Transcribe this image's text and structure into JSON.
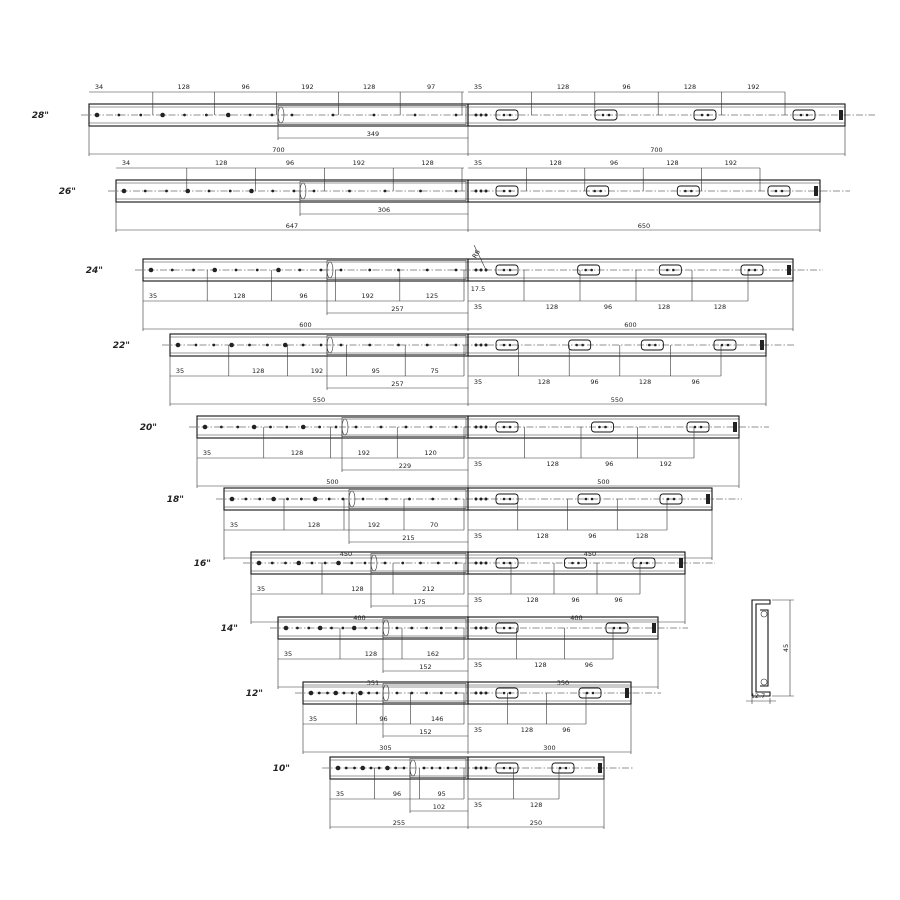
{
  "rails": [
    {
      "label": "28\"",
      "total_left": "700",
      "total_right": "700",
      "left_top": [
        "34",
        "128",
        "96",
        "192",
        "128",
        "97"
      ],
      "left_bottom": [],
      "mid": "349",
      "right_top": [
        "35",
        "128",
        "96",
        "128",
        "192"
      ],
      "right_bottom": []
    },
    {
      "label": "26\"",
      "total_left": "647",
      "total_right": "650",
      "left_top": [
        "34",
        "128",
        "96",
        "192",
        "128"
      ],
      "left_bottom": [],
      "mid": "306",
      "right_top": [
        "35",
        "128",
        "96",
        "128",
        "192"
      ],
      "right_bottom": []
    },
    {
      "label": "24\"",
      "total_left": "600",
      "total_right": "600",
      "left_top": [],
      "left_bottom": [
        "35",
        "128",
        "96",
        "192",
        "125"
      ],
      "mid": "257",
      "right_top": [],
      "right_bottom": [
        "35",
        "128",
        "96",
        "128",
        "128"
      ],
      "extra": [
        "17.5",
        "R6"
      ]
    },
    {
      "label": "22\"",
      "total_left": "550",
      "total_right": "550",
      "left_top": [],
      "left_bottom": [
        "35",
        "128",
        "192",
        "95",
        "75"
      ],
      "mid": "257",
      "right_top": [],
      "right_bottom": [
        "35",
        "128",
        "96",
        "128",
        "96"
      ]
    },
    {
      "label": "20\"",
      "total_left": "500",
      "total_right": "500",
      "left_top": [],
      "left_bottom": [
        "35",
        "128",
        "192",
        "120"
      ],
      "mid": "229",
      "right_top": [],
      "right_bottom": [
        "35",
        "128",
        "96",
        "192"
      ]
    },
    {
      "label": "18\"",
      "total_left": "450",
      "total_right": "450",
      "left_top": [],
      "left_bottom": [
        "35",
        "128",
        "192",
        "70"
      ],
      "mid": "215",
      "right_top": [],
      "right_bottom": [
        "35",
        "128",
        "96",
        "128"
      ]
    },
    {
      "label": "16\"",
      "total_left": "400",
      "total_right": "400",
      "left_top": [],
      "left_bottom": [
        "35",
        "128",
        "212"
      ],
      "mid": "175",
      "right_top": [],
      "right_bottom": [
        "35",
        "128",
        "96",
        "96"
      ]
    },
    {
      "label": "14\"",
      "total_left": "351",
      "total_right": "350",
      "left_top": [],
      "left_bottom": [
        "35",
        "128",
        "162"
      ],
      "mid": "152",
      "right_top": [],
      "right_bottom": [
        "35",
        "128",
        "96"
      ]
    },
    {
      "label": "12\"",
      "total_left": "305",
      "total_right": "300",
      "left_top": [],
      "left_bottom": [
        "35",
        "96",
        "146"
      ],
      "mid": "152",
      "right_top": [],
      "right_bottom": [
        "35",
        "128",
        "96"
      ]
    },
    {
      "label": "10\"",
      "total_left": "255",
      "total_right": "250",
      "left_top": [],
      "left_bottom": [
        "35",
        "96",
        "95"
      ],
      "mid": "102",
      "right_top": [],
      "right_bottom": [
        "35",
        "128"
      ]
    }
  ],
  "profile": {
    "height": "45",
    "width": "12.7"
  }
}
